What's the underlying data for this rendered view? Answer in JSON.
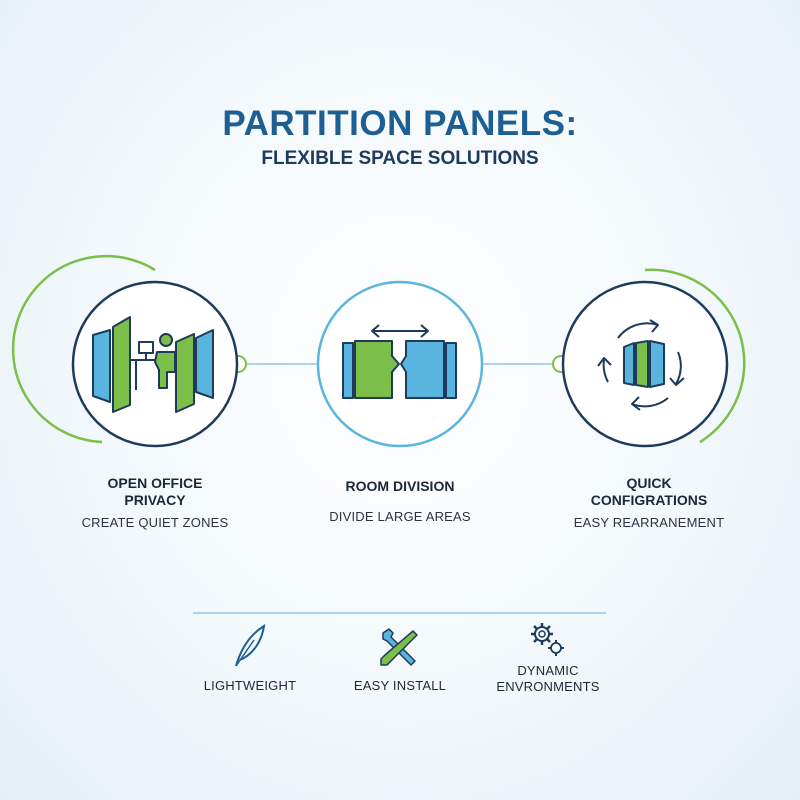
{
  "header": {
    "title": "PARTITION PANELS:",
    "subtitle": "FLEXIBLE SPACE SOLUTIONS"
  },
  "steps": [
    {
      "title_line1": "OPEN OFFICE",
      "title_line2": "PRIVACY",
      "caption": "CREATE QUIET ZONES",
      "icon": "office-partition-desk-icon"
    },
    {
      "title_line1": "ROOM DIVISION",
      "title_line2": "",
      "caption": "DIVIDE LARGE AREAS",
      "icon": "room-split-panels-icon"
    },
    {
      "title_line1": "QUICK",
      "title_line2": "CONFIGRATIONS",
      "caption": "EASY REARRANEMENT",
      "icon": "rotate-panels-icon"
    }
  ],
  "features": [
    {
      "label_line1": "LIGHTWEIGHT",
      "label_line2": "",
      "icon": "feather-icon"
    },
    {
      "label_line1": "EASY INSTALL",
      "label_line2": "",
      "icon": "wrench-screwdriver-icon"
    },
    {
      "label_line1": "DYNAMIC",
      "label_line2": "ENVRONMENTS",
      "icon": "gears-icon"
    }
  ],
  "colors": {
    "title": "#1d5f92",
    "navy": "#1e3a5c",
    "green": "#7bbf4a",
    "blue": "#5ab5de",
    "light_blue": "#a9d6ea"
  }
}
